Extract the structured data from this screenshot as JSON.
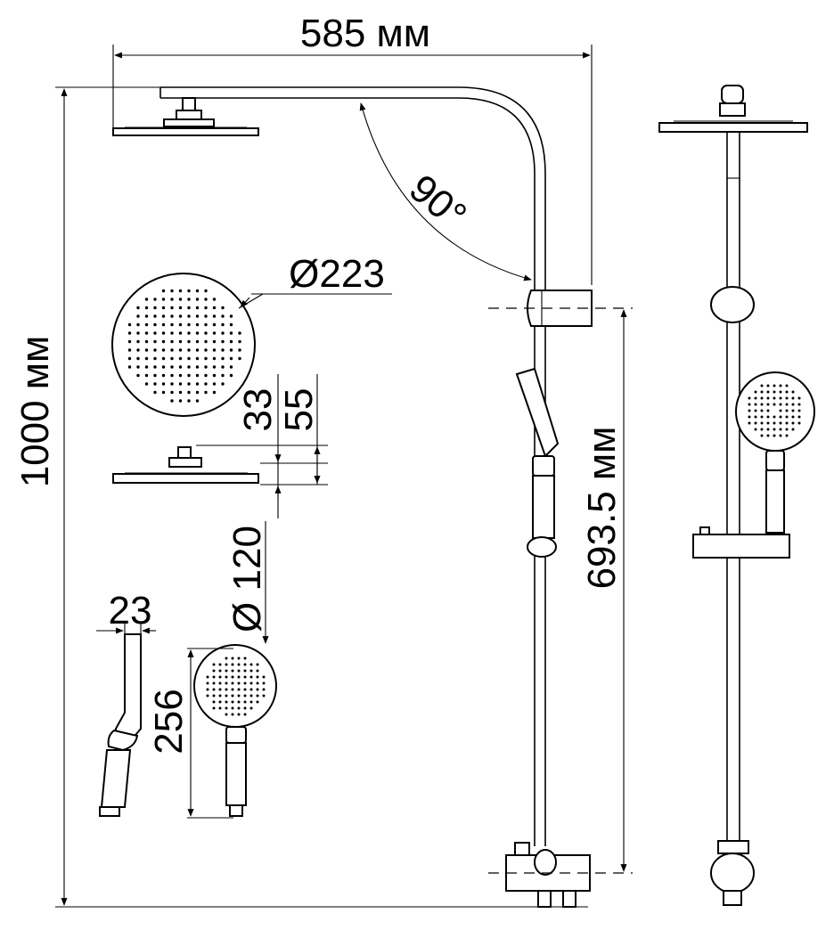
{
  "dimensions": {
    "width": "585 мм",
    "height": "1000 мм",
    "angle": "90°",
    "head_diameter": "Ø223",
    "head_thickness": "33",
    "head_height": "55",
    "hand_diameter": "Ø 120",
    "hand_length": "256",
    "handle_width": "23",
    "slider_height": "693.5 мм"
  }
}
